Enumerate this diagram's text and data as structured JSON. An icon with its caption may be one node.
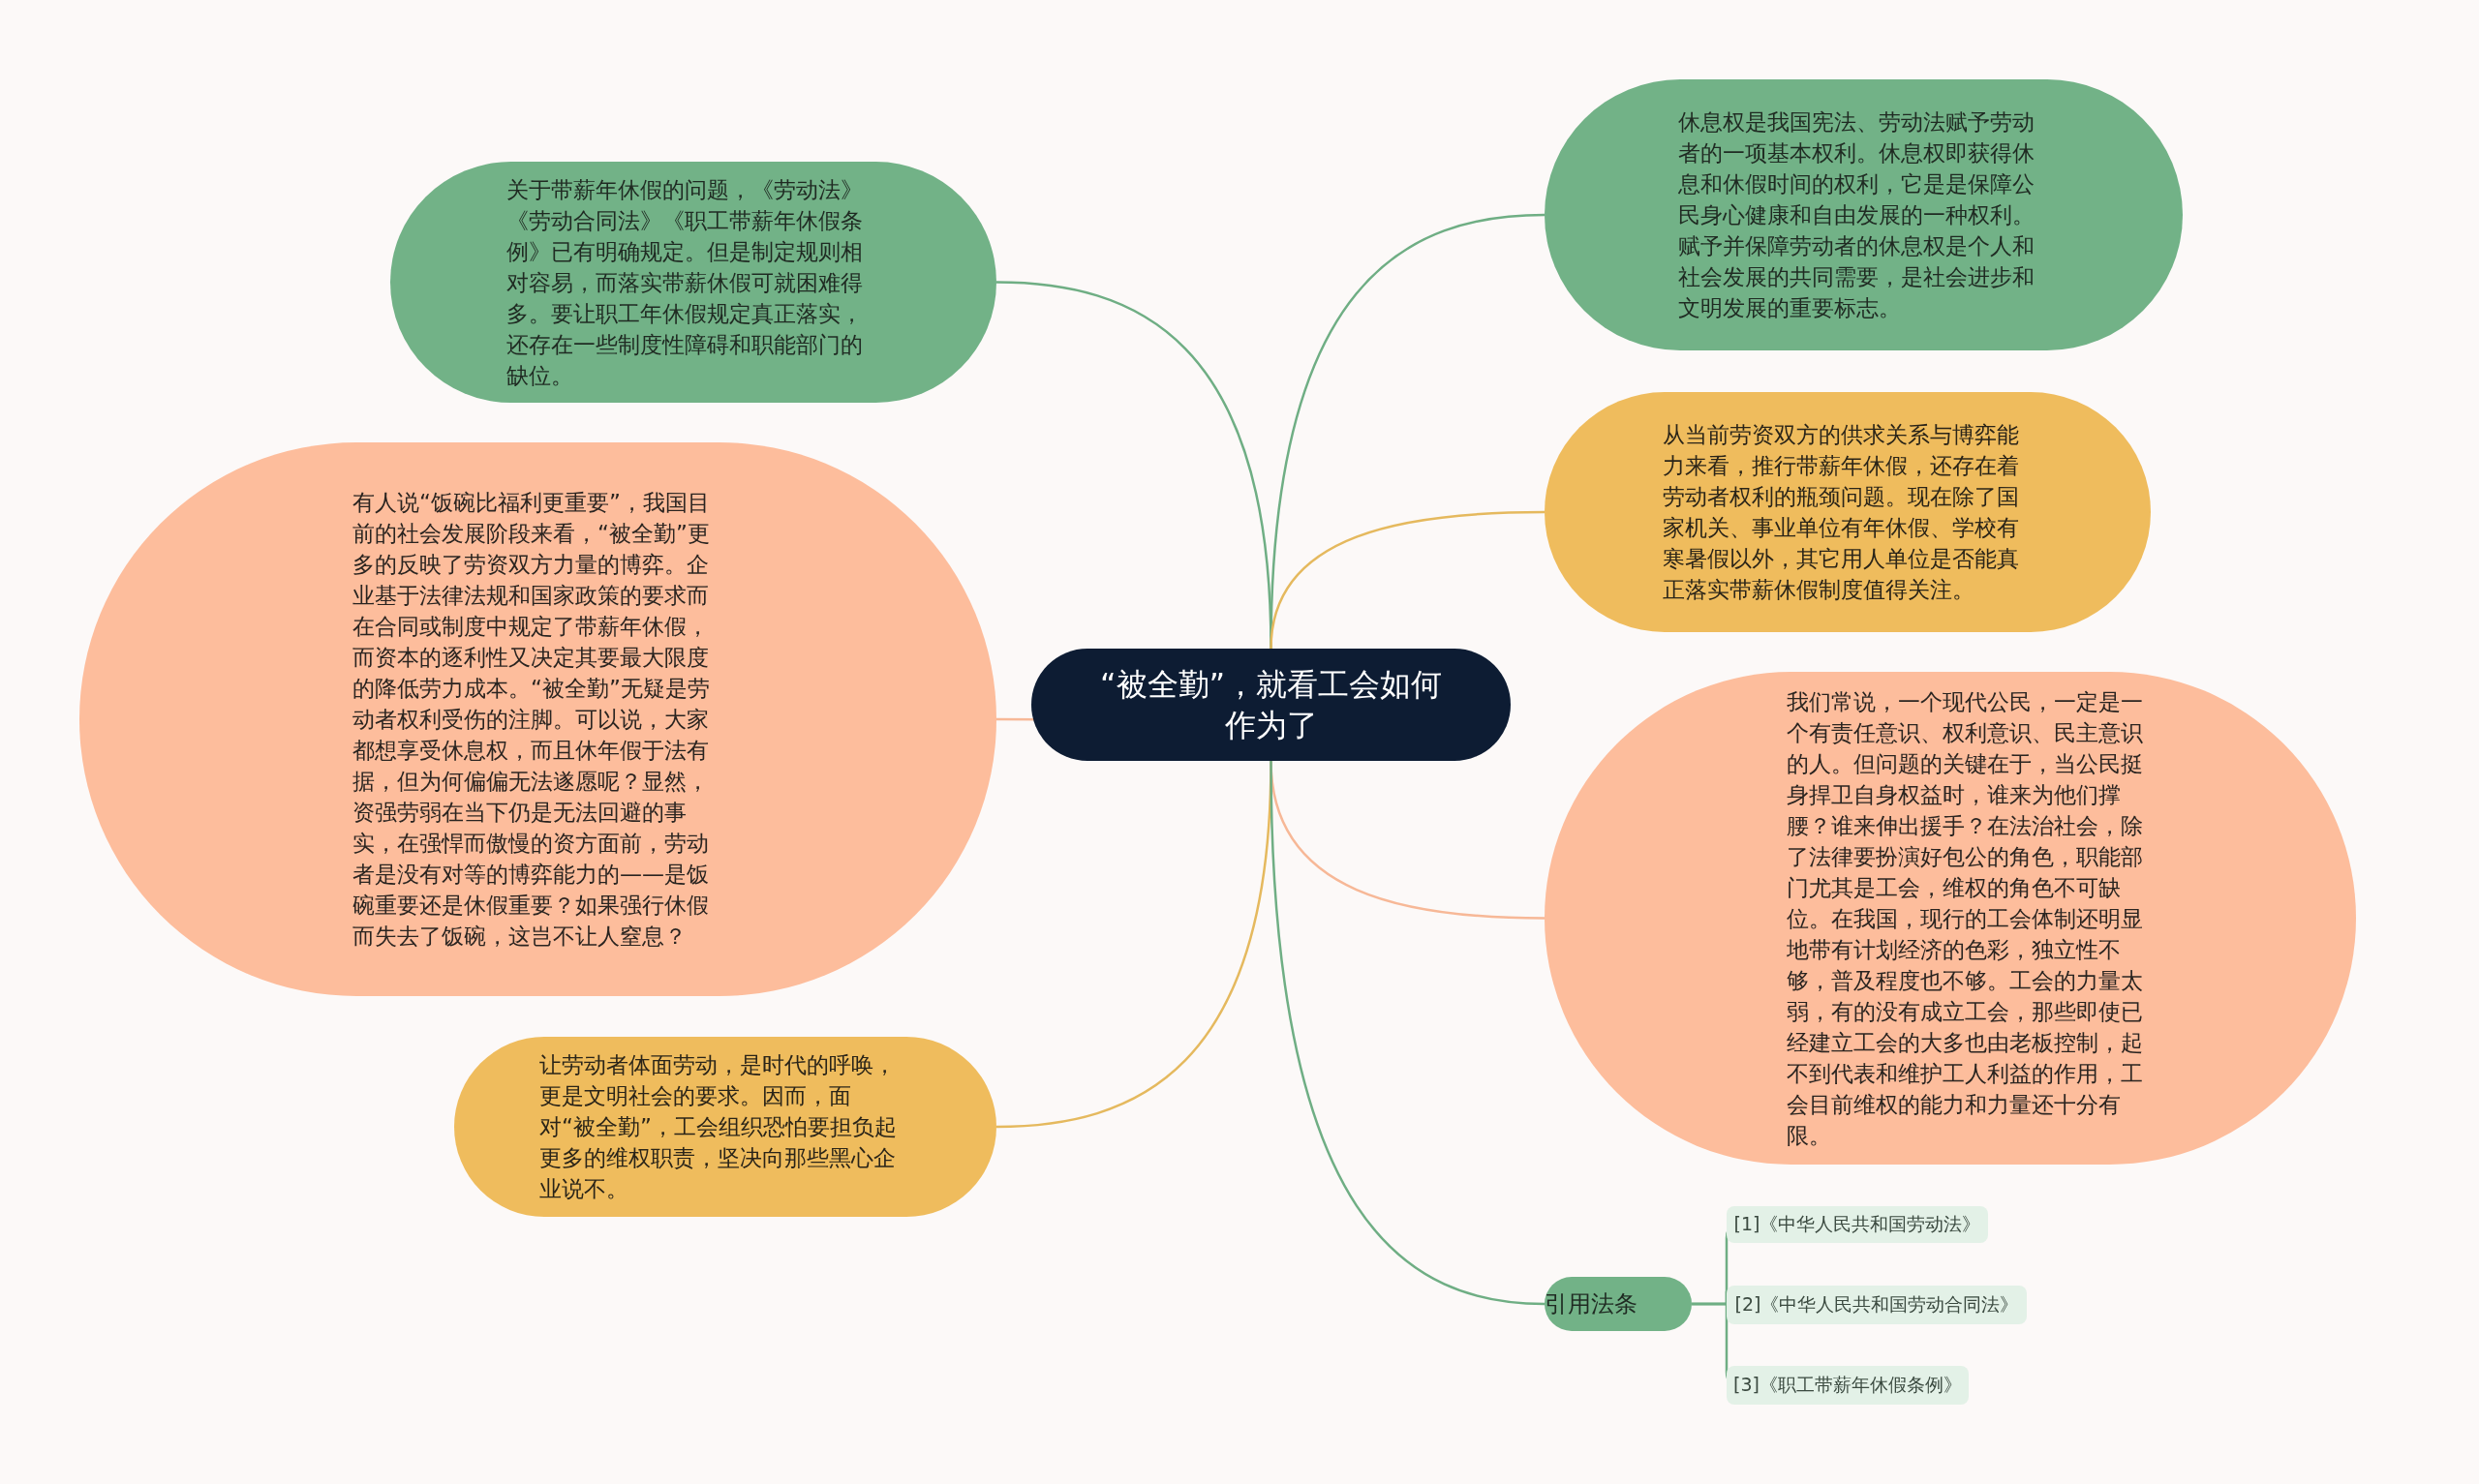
{
  "diagram": {
    "nodes": [
      {
        "text": [
          "“被全勤”，就看工会如何作为了"
        ]
      },
      {
        "text": [
          "关于带薪年休假的问题，《劳动法》《劳动合同法》《职工带薪年休假条例》已有明确规定。但是制定规则相对容易，而落实带薪休假可就困难得多。要让职工年休假规定真正落实，还存在一些制度性障碍和职能部门的缺位。"
        ]
      },
      {
        "text": [
          "有人说“饭碗比福利更重要”，我国目前的社会发展阶段来看，“被全勤”更多的反映了劳资双方力量的博弈。企业基于法律法规和国家政策的要求而在合同或制度中规定了带薪年休假，而资本的逐利性又决定其要最大限度的降低劳力成本。“被全勤”无疑是劳动者权利受伤的注脚。可以说，大家都想享受休息权，而且休年假于法有据，但为何偏偏无法遂愿呢？显然，资强劳弱在当下仍是无法回避的事实，在强悍而傲慢的资方面前，劳动者是没有对等的博弈能力的——是饭碗重要还是休假重要？如果强行休假而失去了饭碗，这岂不让人窒息？"
        ]
      },
      {
        "text": [
          "让劳动者体面劳动，是时代的呼唤，更是文明社会的要求。因而，面对“被全勤”，工会组织恐怕要担负起更多的维权职责，坚决向那些黑心企业说不。"
        ]
      },
      {
        "text": [
          "休息权是我国宪法、劳动法赋予劳动者的一项基本权利。休息权即获得休息和休假时间的权利，它是是保障公民身心健康和自由发展的一种权利。赋予并保障劳动者的休息权是个人和社会发展的共同需要，是社会进步和文明发展的重要标志。"
        ]
      },
      {
        "text": [
          "从当前劳资双方的供求关系与博弈能力来看，推行带薪年休假，还存在着劳动者权利的瓶颈问题。现在除了国家机关、事业单位有年休假、学校有寒暑假以外，其它用人单位是否能真正落实带薪休假制度值得关注。"
        ]
      },
      {
        "text": [
          "我们常说，一个现代公民，一定是一个有责任意识、权利意识、民主意识的人。但问题的关键在于，当公民挺身捍卫自身权益时，谁来为他们撑腰？谁来伸出援手？在法治社会，除了法律要扮演好包公的角色，职能部门尤其是工会，维权的角色不可缺位。在我国，现行的工会体制还明显地带有计划经济的色彩，独立性不够，普及程度也不够。工会的力量太弱，有的没有成立工会，那些即使已经建立工会的大多也由老板控制，起不到代表和维护工人利益的作用，工会目前维权的能力和力量还十分有限。"
        ]
      },
      {
        "text": [
          "引用法条"
        ]
      },
      {
        "text": [
          "[1]《中华人民共和国劳动法》"
        ]
      },
      {
        "text": [
          "[2]《中华人民共和国劳动合同法》"
        ]
      },
      {
        "text": [
          "[3]《职工带薪年休假条例》"
        ]
      }
    ],
    "edges": [
      {
        "from": 0,
        "to": 1,
        "arrow": "none"
      },
      {
        "from": 0,
        "to": 2,
        "arrow": "none",
        "color": "#f7b897"
      },
      {
        "from": 0,
        "to": 3,
        "arrow": "none",
        "color": "#e5b95e"
      },
      {
        "from": 0,
        "to": 4,
        "arrow": "none"
      },
      {
        "from": 0,
        "to": 5,
        "arrow": "none",
        "color": "#e5b95e"
      },
      {
        "from": 0,
        "to": 6,
        "arrow": "none",
        "color": "#f7b897"
      },
      {
        "from": 0,
        "to": 7,
        "arrow": "none"
      },
      {
        "from": 7,
        "to": 8,
        "arrow": "none"
      },
      {
        "from": 7,
        "to": 9,
        "arrow": "none"
      },
      {
        "from": 7,
        "to": 10,
        "arrow": "none"
      }
    ]
  }
}
